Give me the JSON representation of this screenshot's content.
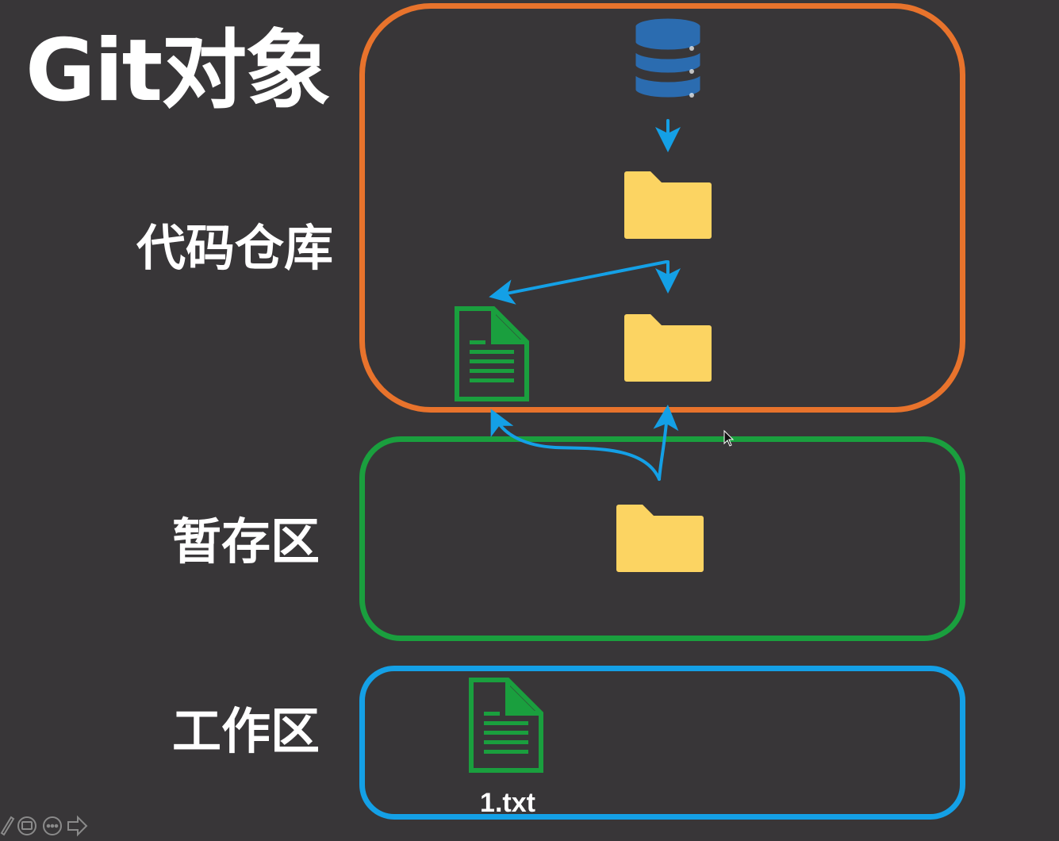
{
  "slide": {
    "title": "Git对象",
    "zones": {
      "repo": {
        "label": "代码仓库",
        "color": "#E8732C"
      },
      "stage": {
        "label": "暂存区",
        "color": "#1A9F3E"
      },
      "work": {
        "label": "工作区",
        "color": "#14A0E6"
      }
    },
    "file_label": "1.txt",
    "colors": {
      "background": "#383638",
      "folder": "#FCD462",
      "file": "#1A9F3E",
      "arrow": "#14A0E6",
      "database": "#2B6CB0"
    }
  },
  "icons": {
    "database": "database-icon",
    "folder": "folder-icon",
    "file": "file-text-icon",
    "cursor": "mouse-pointer-icon",
    "toolbar": [
      "pen-icon",
      "subtitles-icon",
      "more-icon",
      "next-arrow-icon"
    ]
  }
}
